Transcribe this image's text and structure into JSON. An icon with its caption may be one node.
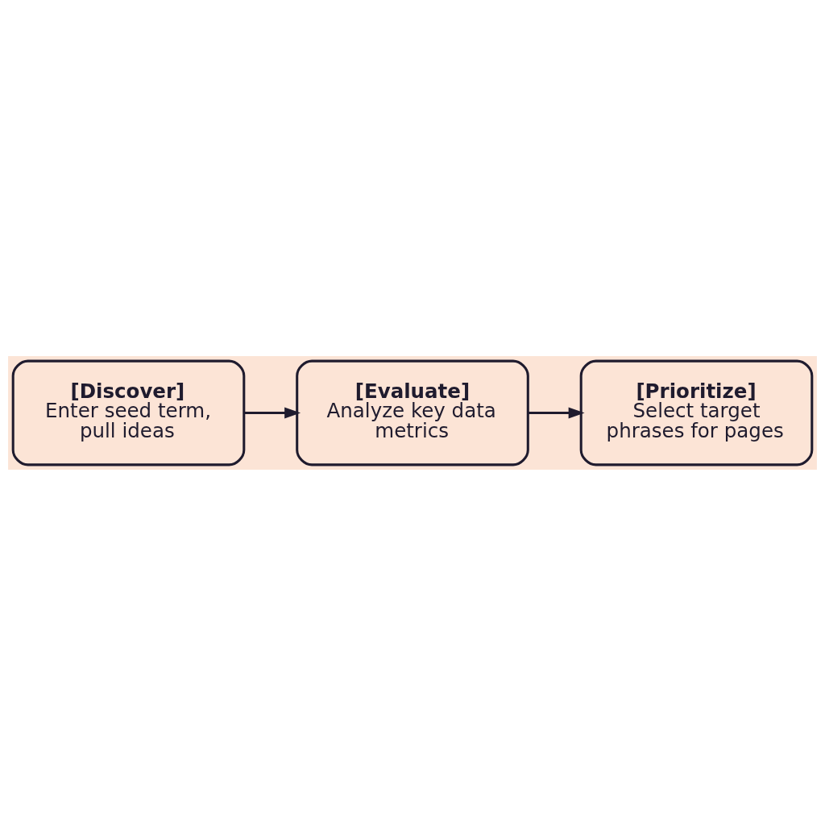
{
  "diagram": {
    "nodes": [
      {
        "text": [
          "[Discover]",
          "Enter seed term, pull ideas"
        ]
      },
      {
        "text": [
          "[Evaluate]",
          "Analyze key data metrics"
        ]
      },
      {
        "text": [
          "[Prioritize]",
          "Select target phrases for pages"
        ]
      }
    ],
    "edges": [
      {
        "from": 0,
        "to": 1,
        "arrow": "to"
      },
      {
        "from": 1,
        "to": 2,
        "arrow": "to"
      }
    ]
  }
}
